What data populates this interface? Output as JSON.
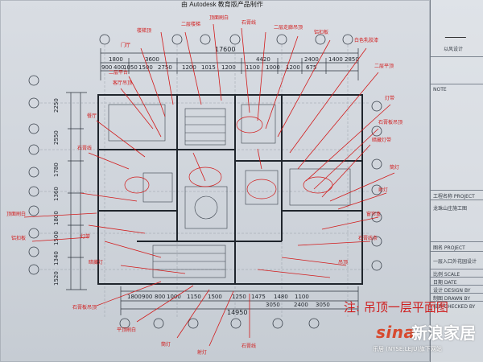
{
  "top_banner": "由 Autodesk 教育版产品制作",
  "title_block": {
    "company": "以风设计",
    "project_label": "工程名称 PROJECT",
    "project_name": "龙珠山庄施工图",
    "drawing_label": "图名 PROJECT",
    "drawing_name": "一层入口外花园设计",
    "scale_label": "比例 SCALE",
    "date_label": "日期 DATE",
    "designer_label": "设计 DESIGN BY",
    "drawn_label": "制图 DRAWN BY",
    "checked_label": "校对 CHECKED BY",
    "sheet_label": "NOTE"
  },
  "dimensions": {
    "top_total": "17600",
    "top_row": [
      "1800",
      "3600",
      "4420",
      "2400",
      "1400",
      "2850"
    ],
    "top_row2": [
      "900",
      "400",
      "1050",
      "1500",
      "2750",
      "1200",
      "1015",
      "1200",
      "1100",
      "1000",
      "1200",
      "675"
    ],
    "bottom_row": [
      "1800",
      "900",
      "800",
      "1000",
      "1150",
      "1500",
      "1250",
      "1475",
      "1480",
      "1100"
    ],
    "bottom_row2": [
      "3050",
      "14950",
      "2400",
      "3050"
    ],
    "left_col": [
      "2250",
      "2550",
      "1780",
      "1360",
      "1800",
      "1500",
      "1340",
      "1520"
    ]
  },
  "annotation_note": "注: 吊顶一层平面图",
  "watermark": {
    "logo": "sina",
    "logo_cn": "新浪家居",
    "subtitle": "乐居 (NYSE:LEJU)旗下网站"
  },
  "colors": {
    "paper": "#d5d9df",
    "ink": "#1d2229",
    "markup_red": "#d21b1b",
    "logo_red": "#d74a2e"
  }
}
